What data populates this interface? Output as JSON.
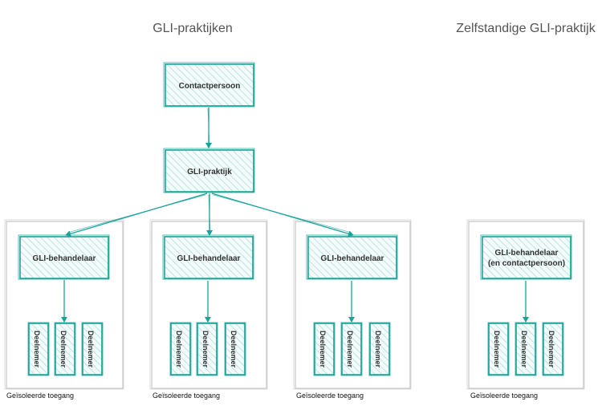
{
  "headings": {
    "left": "GLI-praktijken",
    "right": "Zelfstandige GLI-praktijk"
  },
  "nodes": {
    "contact": "Contactpersoon",
    "practice": "GLI-praktijk",
    "therapist_1": "GLI-behandelaar",
    "therapist_2": "GLI-behandelaar",
    "therapist_3": "GLI-behandelaar",
    "standalone_line1": "GLI-behandelaar",
    "standalone_line2": "(en contactpersoon)"
  },
  "participant_label": "Deelnemer",
  "group_label": "Geïsoleerde toegang",
  "colors": {
    "accent": "#19a39a",
    "hatch": "#b8e6e2",
    "group_border": "#c4c4c4",
    "heading": "#555555"
  }
}
